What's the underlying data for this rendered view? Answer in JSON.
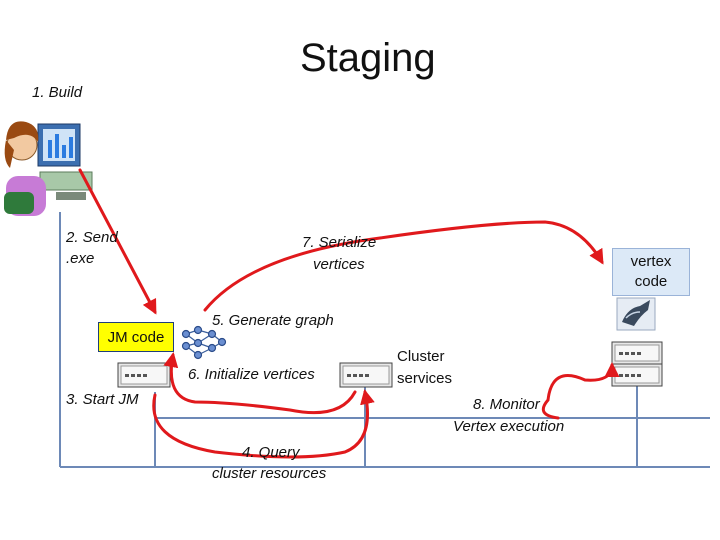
{
  "title": "Staging",
  "labels": {
    "build": "1. Build",
    "send_1": "2. Send",
    "send_2": ".exe",
    "start_jm": "3. Start JM",
    "query_1": "4. Query",
    "query_2": "cluster resources",
    "generate": "5. Generate graph",
    "initialize": "6. Initialize vertices",
    "serialize_1": "7. Serialize",
    "serialize_2": "vertices",
    "monitor_1": "8. Monitor",
    "monitor_2": "Vertex execution",
    "jm_code": "JM code",
    "cluster_1": "Cluster",
    "cluster_2": "services",
    "vertex_1": "vertex",
    "vertex_2": "code"
  },
  "colors": {
    "arrow": "#e0191c",
    "network": "#6d89b7",
    "jm_box": "#ffff00",
    "vertex_box": "#dce9f7"
  },
  "icons": [
    "user-at-computer-icon",
    "server-icon",
    "vertex-graph-icon",
    "vertex-code-image"
  ]
}
